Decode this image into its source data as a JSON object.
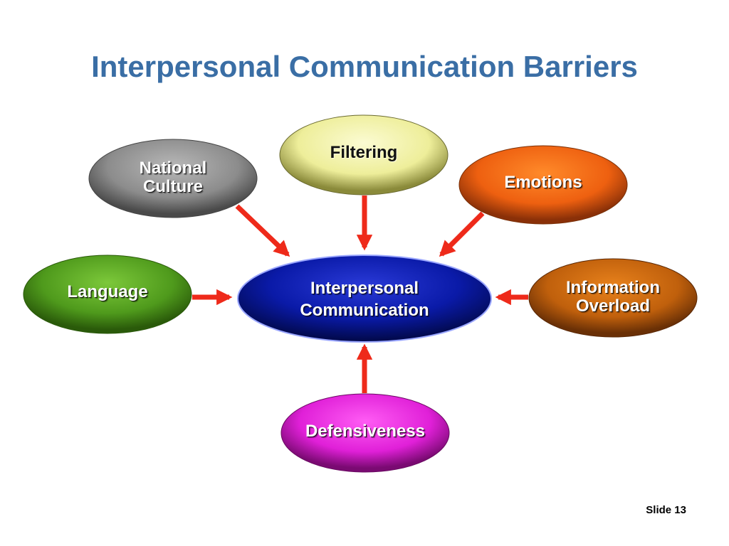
{
  "title": "Interpersonal Communication Barriers",
  "slide_label": "Slide 13",
  "colors": {
    "title": "#3a6ea5",
    "arrow": "#ee2a1a"
  },
  "center": {
    "label": "Interpersonal\nCommunication"
  },
  "barriers": [
    {
      "id": "filtering",
      "label": "Filtering"
    },
    {
      "id": "national-culture",
      "label": "National\nCulture"
    },
    {
      "id": "emotions",
      "label": "Emotions"
    },
    {
      "id": "language",
      "label": "Language"
    },
    {
      "id": "information-overload",
      "label": "Information\nOverload"
    },
    {
      "id": "defensiveness",
      "label": "Defensiveness"
    }
  ]
}
